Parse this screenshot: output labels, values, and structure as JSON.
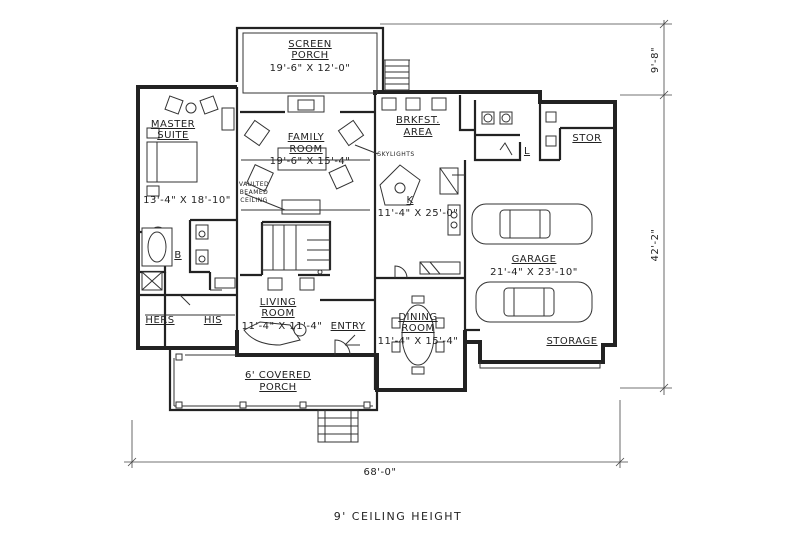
{
  "plan": {
    "caption": "9' CEILING HEIGHT",
    "dimensions": {
      "width": "68'-0\"",
      "depth": "42'-2\"",
      "porch_depth": "9'-8\""
    },
    "rooms": {
      "screen_porch": {
        "name1": "SCREEN",
        "name2": "PORCH",
        "size": "19'-6\" X 12'-0\""
      },
      "master_suite": {
        "name1": "MASTER",
        "name2": "SUITE",
        "size": "13'-4\" X 18'-10\""
      },
      "family_room": {
        "name1": "FAMILY",
        "name2": "ROOM",
        "size": "19'-6\" X 15'-4\""
      },
      "brkfst_area": {
        "name1": "BRKFST.",
        "name2": "AREA"
      },
      "kitchen": {
        "name": "K",
        "size": "11'-4\" X 25'-0\""
      },
      "laundry": {
        "name": "L"
      },
      "stor": {
        "name": "STOR"
      },
      "garage": {
        "name": "GARAGE",
        "size": "21'-4\" X 23'-10\""
      },
      "storage": {
        "name": "STORAGE"
      },
      "bath": {
        "name": "B"
      },
      "hers": {
        "name": "HERS"
      },
      "his": {
        "name": "HIS"
      },
      "living_room": {
        "name1": "LIVING",
        "name2": "ROOM",
        "size": "11'-4\" X 11'-4\""
      },
      "entry": {
        "name": "ENTRY"
      },
      "dining_room": {
        "name1": "DINING",
        "name2": "ROOM",
        "size": "11'-4\" X 15'-4\""
      },
      "covered_porch": {
        "name1": "6' COVERED",
        "name2": "PORCH"
      }
    },
    "notes": {
      "skylights": "SKYLIGHTS",
      "vaulted1": "VAULTED",
      "vaulted2": "BEAMED",
      "vaulted3": "CEILING"
    }
  }
}
